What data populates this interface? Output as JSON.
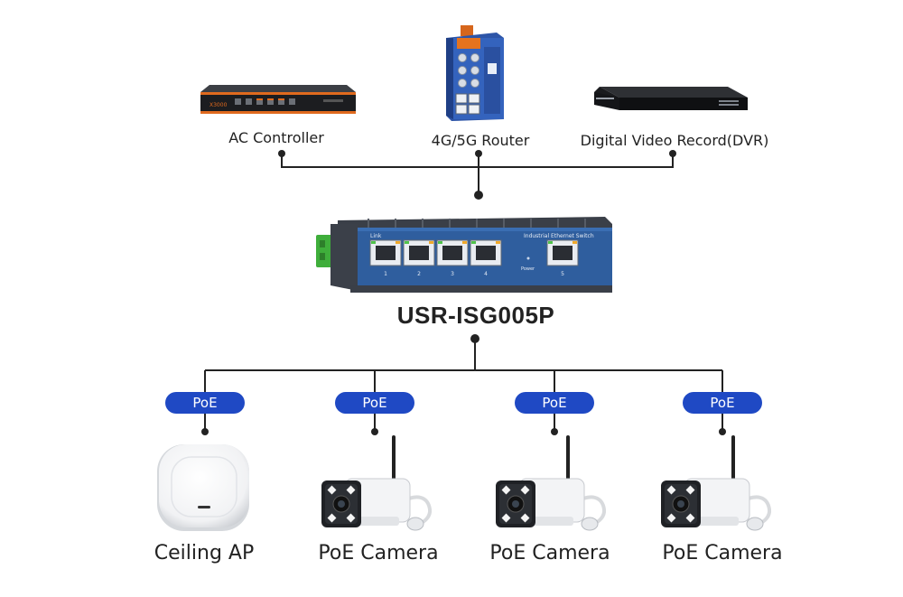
{
  "colors": {
    "line": "#222222",
    "poe": "#1f49c4",
    "switch_body": "#2f5e9e",
    "switch_top": "#3a3f48"
  },
  "top_devices": [
    {
      "label": "AC Controller",
      "icon": "ac-controller-icon",
      "device_text": "X3000"
    },
    {
      "label": "4G/5G Router",
      "icon": "router-icon"
    },
    {
      "label": "Digital Video Record(DVR)",
      "icon": "dvr-icon"
    }
  ],
  "switch": {
    "label": "USR-ISG005P",
    "panel_link": "Link",
    "panel_title": "Industrial Ethernet Switch",
    "panel_power": "Power",
    "ports": [
      "1",
      "2",
      "3",
      "4",
      "5"
    ]
  },
  "poe_label": "PoE",
  "bottom_devices": [
    {
      "label": "Ceiling AP",
      "icon": "ceiling-ap-icon"
    },
    {
      "label": "PoE Camera",
      "icon": "camera-icon"
    },
    {
      "label": "PoE Camera",
      "icon": "camera-icon"
    },
    {
      "label": "PoE Camera",
      "icon": "camera-icon"
    }
  ]
}
